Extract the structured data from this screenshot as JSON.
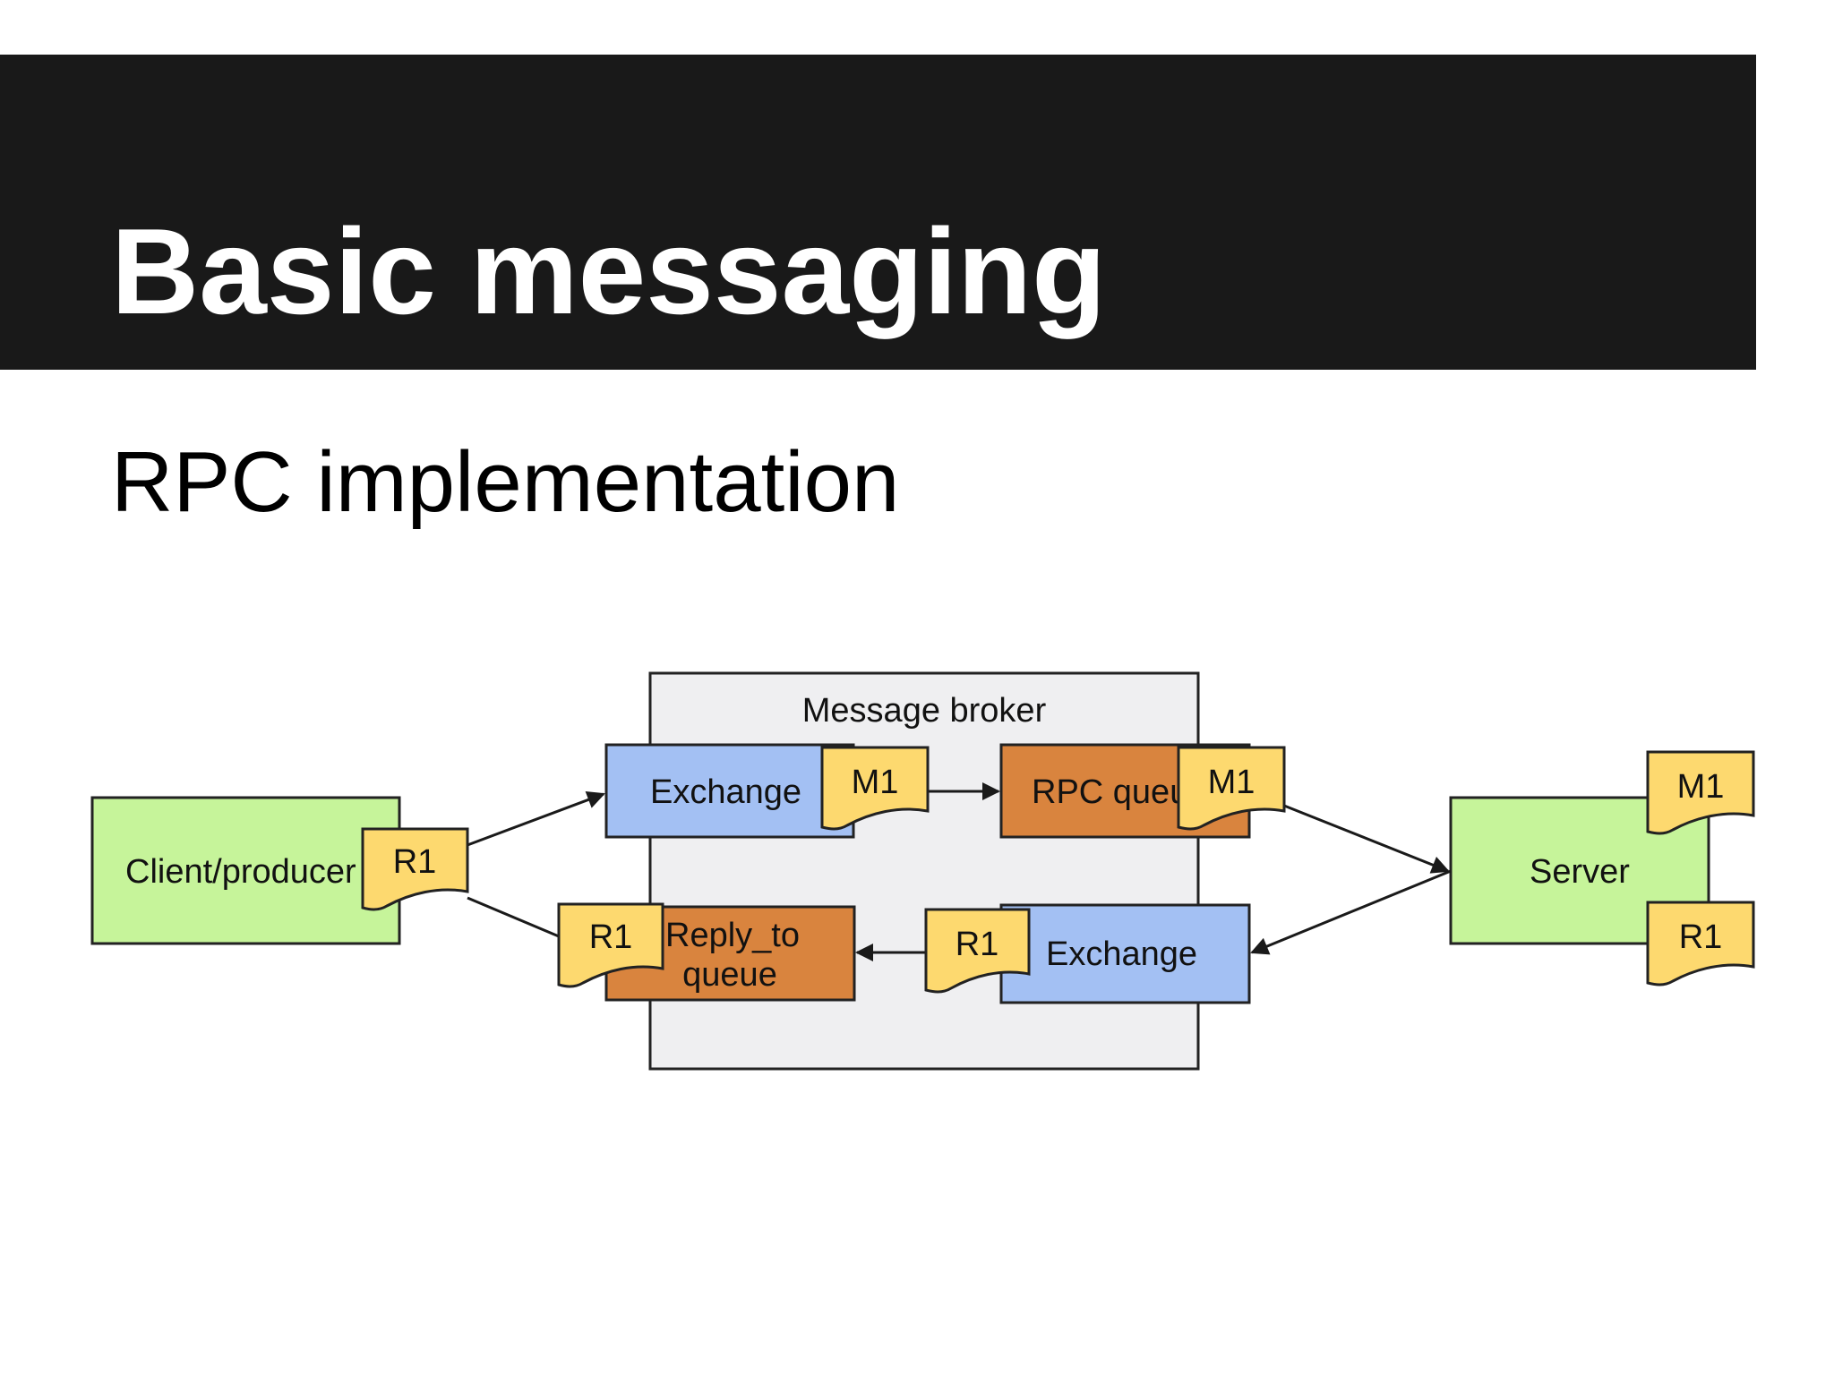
{
  "slide": {
    "title": "Basic messaging",
    "subtitle": "RPC implementation"
  },
  "diagram": {
    "broker_label": "Message broker",
    "client_label": "Client/producer",
    "server_label": "Server",
    "exchange_top_label": "Exchange",
    "rpc_queue_label": "RPC queue",
    "exchange_bottom_label": "Exchange",
    "reply_queue_line1": "Reply_to",
    "reply_queue_line2": "queue",
    "messages": {
      "client_r1": "R1",
      "exchange_m1": "M1",
      "rpc_queue_m1": "M1",
      "server_m1": "M1",
      "server_r1": "R1",
      "exchange_bottom_r1": "R1",
      "reply_queue_r1": "R1"
    },
    "colors": {
      "client_server_fill": "#c6f49a",
      "exchange_fill": "#a3c0f3",
      "queue_fill": "#d9843e",
      "message_fill": "#fdd96f",
      "broker_fill": "#efeff1",
      "title_bar": "#191919"
    }
  }
}
